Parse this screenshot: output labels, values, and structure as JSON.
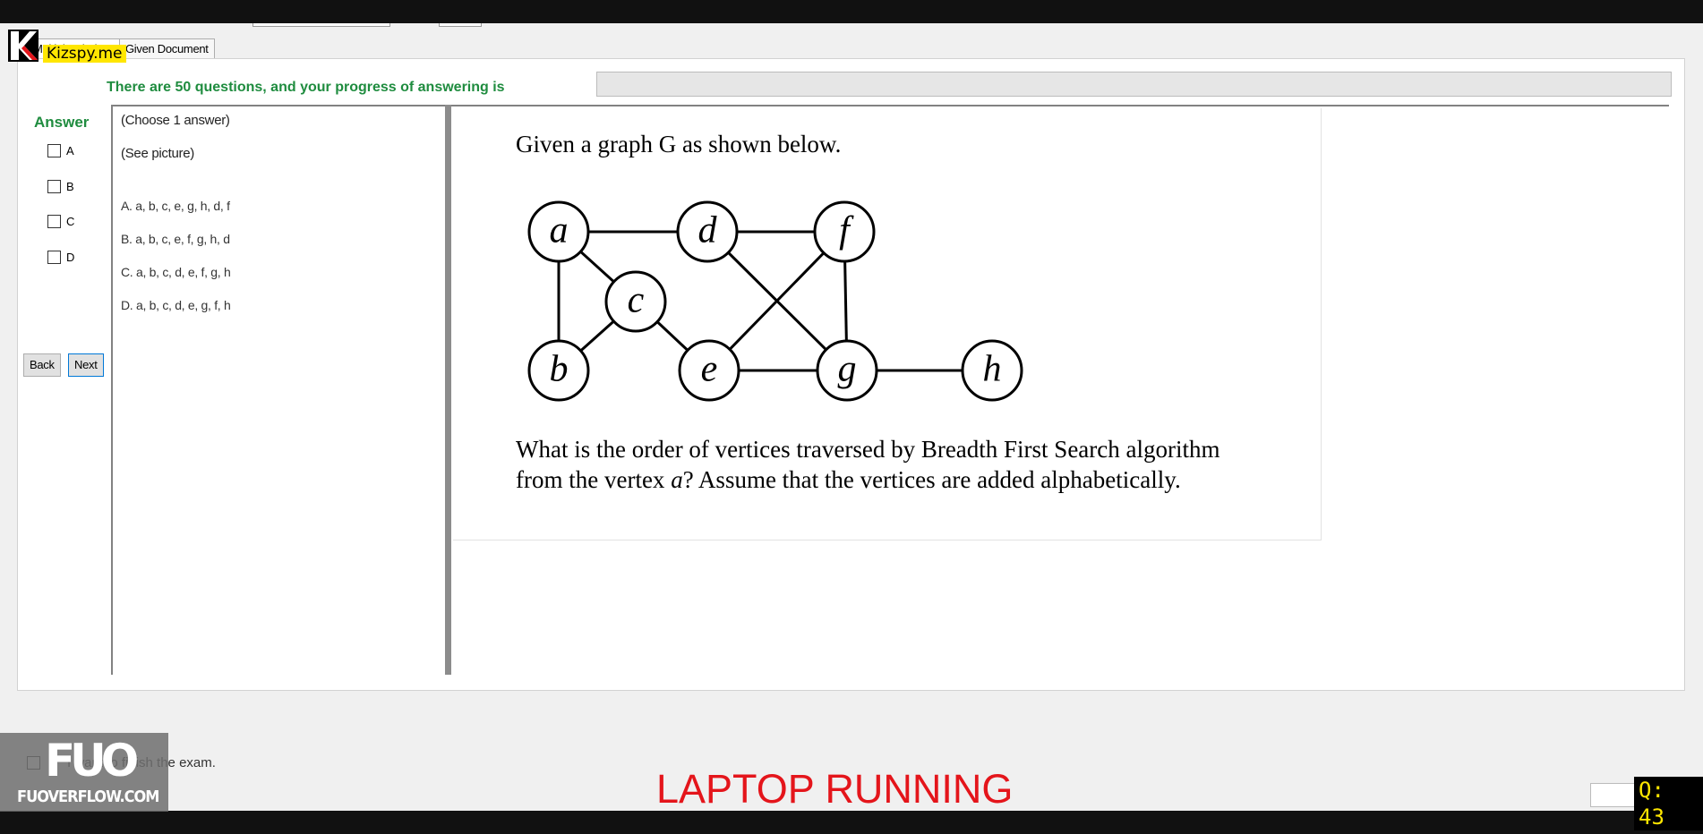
{
  "tabs": [
    {
      "label": "Multiple Choices",
      "active": true
    },
    {
      "label": "Given Document",
      "active": false
    }
  ],
  "progress": {
    "label": "There are 50 questions, and your progress of answering is",
    "fraction": 0
  },
  "answer": {
    "label": "Answer",
    "options": [
      "A",
      "B",
      "C",
      "D"
    ]
  },
  "nav": {
    "back": "Back",
    "next": "Next"
  },
  "question": {
    "instruction": "(Choose 1 answer)",
    "see_picture": "(See picture)",
    "options": [
      "A.  a, b, c, e, g, h, d, f",
      "B.  a, b, c, e, f, g, h, d",
      "C.  a, b, c, d, e, f, g, h",
      "D.  a, b, c, d, e, g, f, h"
    ]
  },
  "picture": {
    "intro": "Given a graph G as shown below.",
    "question_line1": "What is the order of vertices traversed by Breadth First Search algorithm",
    "question_line2_before": "from the vertex ",
    "question_line2_var": "a",
    "question_line2_after": "? Assume that the vertices are added alphabetically.",
    "graph": {
      "vertices": [
        "a",
        "b",
        "c",
        "d",
        "e",
        "f",
        "g",
        "h"
      ],
      "edges": [
        [
          "a",
          "d"
        ],
        [
          "a",
          "b"
        ],
        [
          "a",
          "c"
        ],
        [
          "b",
          "c"
        ],
        [
          "c",
          "e"
        ],
        [
          "d",
          "f"
        ],
        [
          "d",
          "g"
        ],
        [
          "e",
          "f"
        ],
        [
          "e",
          "g"
        ],
        [
          "f",
          "g"
        ],
        [
          "g",
          "h"
        ]
      ]
    }
  },
  "finish": {
    "label": "I want to finish the exam."
  },
  "status_banner": "LAPTOP RUNNING",
  "question_counter": "Q: 43",
  "watermarks": {
    "top_logo": "Kizspy.me",
    "bottom_big": "FUO",
    "bottom_small": "FUOVERFLOW.COM"
  },
  "colors": {
    "accent_green": "#1f8c3f",
    "banner_red": "#e4151b",
    "badge_yellow": "#ffe600"
  }
}
